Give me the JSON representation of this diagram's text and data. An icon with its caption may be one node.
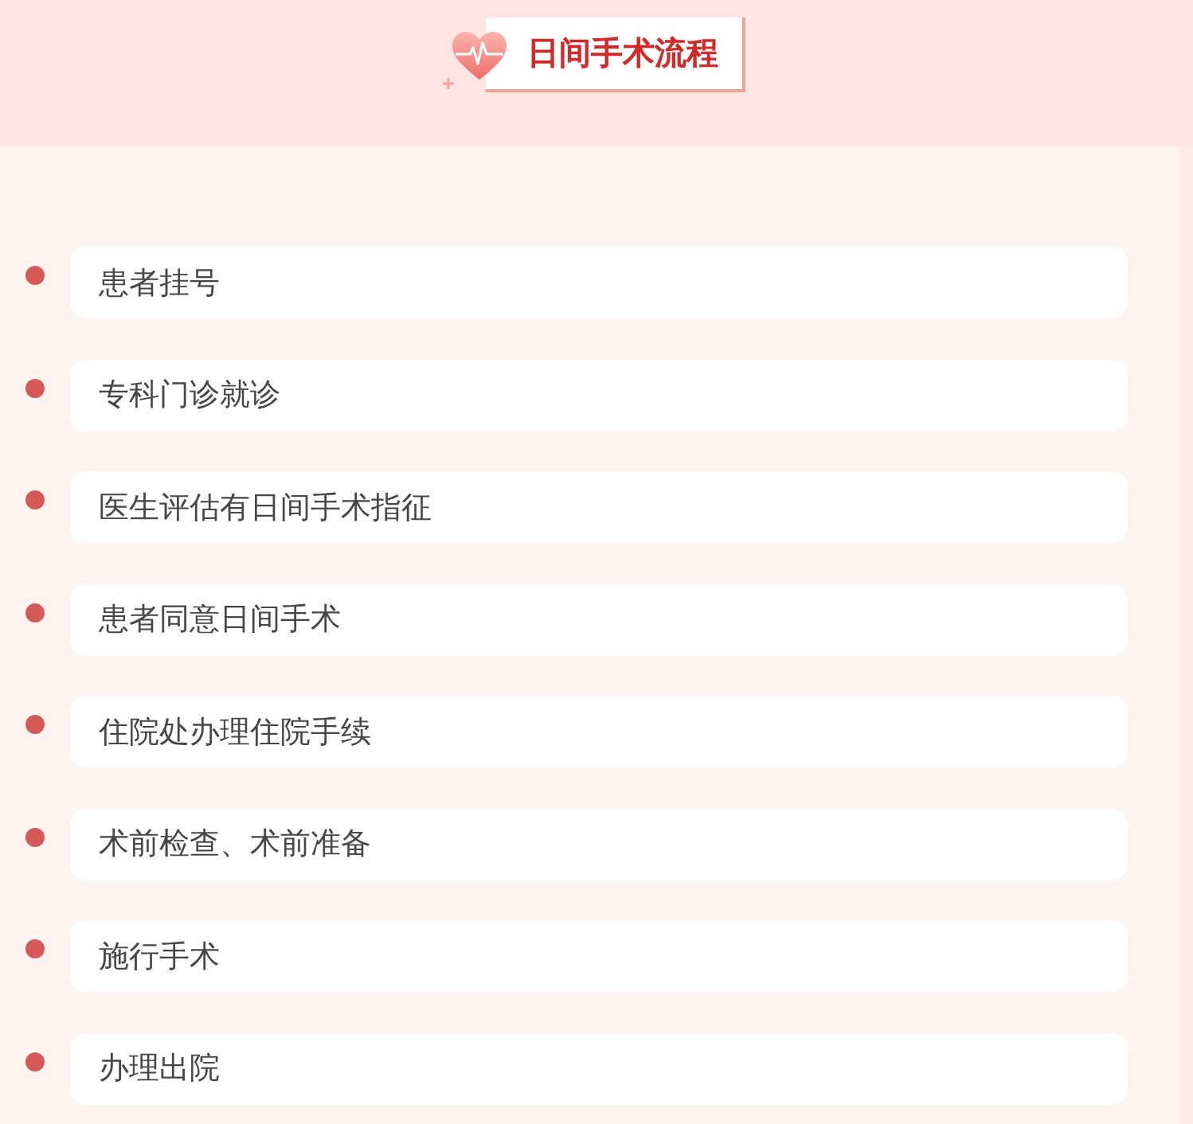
{
  "diagram": {
    "title": "日间手术流程",
    "nodes": [
      {
        "text": [
          "患者挂号"
        ]
      },
      {
        "text": [
          "专科门诊就诊"
        ]
      },
      {
        "text": [
          "医生评估有日间手术指征"
        ]
      },
      {
        "text": [
          "患者同意日间手术"
        ]
      },
      {
        "text": [
          "住院处办理住院手续"
        ]
      },
      {
        "text": [
          "术前检查、术前准备"
        ]
      },
      {
        "text": [
          "施行手术"
        ]
      },
      {
        "text": [
          "办理出院"
        ]
      }
    ]
  }
}
